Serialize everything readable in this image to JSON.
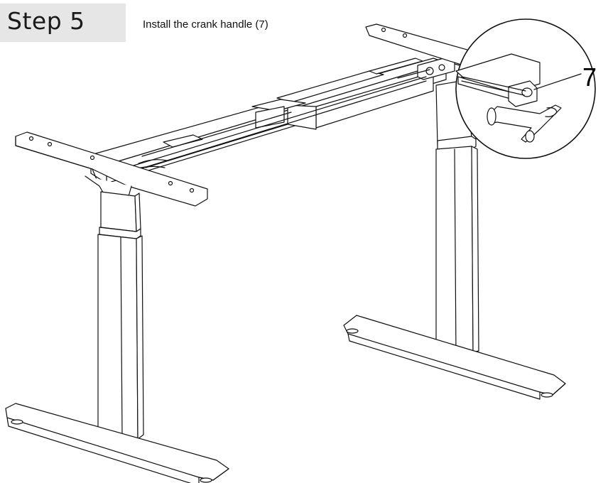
{
  "step": {
    "title": "Step 5"
  },
  "instruction": "Install the crank handle (7)",
  "callout": {
    "part_number": "7"
  },
  "illustration": {
    "subject": "desk-frame-assembly",
    "detail_view": "crank-handle-detail"
  }
}
